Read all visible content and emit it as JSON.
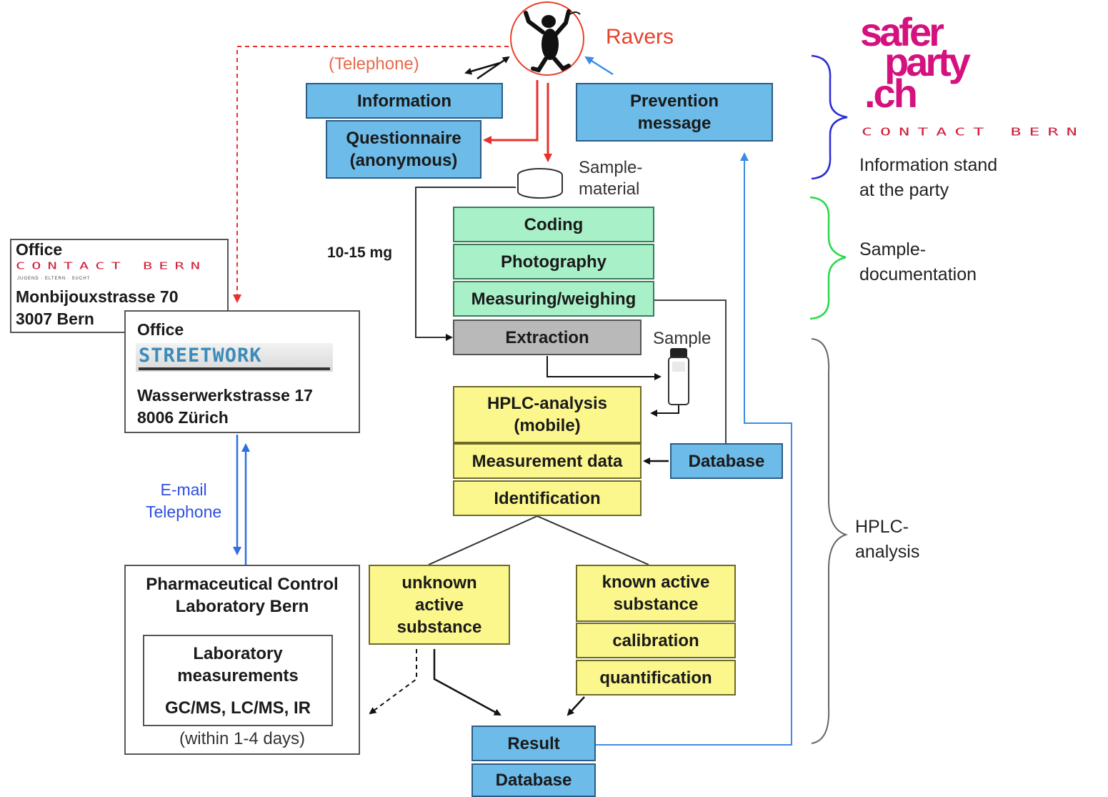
{
  "ravers": {
    "label": "Ravers",
    "telephone": "(Telephone)"
  },
  "top_boxes": {
    "information": "Information",
    "questionnaire": [
      "Questionnaire",
      "(anonymous)"
    ],
    "prevention": [
      "Prevention",
      "message"
    ]
  },
  "sample_material": [
    "Sample-",
    "material"
  ],
  "weight": "10-15 mg",
  "documentation": {
    "coding": "Coding",
    "photography": "Photography",
    "measuring": "Measuring/weighing",
    "extraction": "Extraction"
  },
  "sample_label": "Sample",
  "hplc": {
    "analysis": [
      "HPLC-analysis",
      "(mobile)"
    ],
    "measurement_data": "Measurement data",
    "identification": "Identification",
    "database": "Database"
  },
  "outcomes": {
    "unknown": [
      "unknown",
      "active",
      "substance"
    ],
    "known": [
      "known active",
      "substance"
    ],
    "calibration": "calibration",
    "quantification": "quantification",
    "result": "Result",
    "database": "Database"
  },
  "office_bern": {
    "title": "Office",
    "logo": "CONTACT BERN",
    "logo_tagline": "JUGEND · ELTERN · SUCHT",
    "street": "Monbijouxstrasse 70",
    "city": "3007 Bern"
  },
  "office_zurich": {
    "title": "Office",
    "logo": "STREETWORK",
    "street": "Wasserwerkstrasse 17",
    "city": "8006 Zürich"
  },
  "contact_channel": [
    "E-mail",
    "Telephone"
  ],
  "lab": {
    "title": [
      "Pharmaceutical Control",
      "Laboratory Bern"
    ],
    "inner": [
      "Laboratory",
      "measurements"
    ],
    "methods": "GC/MS, LC/MS, IR",
    "duration": "(within 1-4 days)"
  },
  "saferparty_logo": [
    "safer",
    "party",
    ".ch"
  ],
  "contact_logo": "CONTACT BERN",
  "braces": {
    "stand": [
      "Information stand",
      "at the party"
    ],
    "documentation": [
      "Sample-",
      "documentation"
    ],
    "analysis": [
      "HPLC-",
      "analysis"
    ]
  },
  "colors": {
    "box_blue": "#6cbbe8",
    "box_green": "#a8f0c8",
    "box_gray": "#b9b9b9",
    "box_yellow": "#fbf78c",
    "ravers_red": "#e8412c",
    "email_blue": "#2f6fe0",
    "saferparty_magenta": "#d4117e",
    "contact_red": "#d21f3c"
  }
}
